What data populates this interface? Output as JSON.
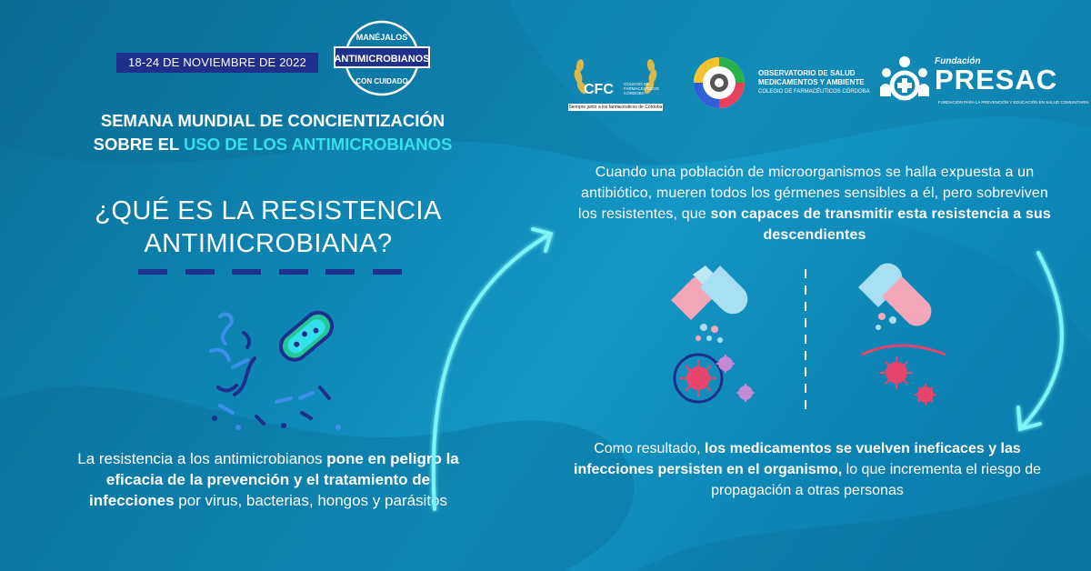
{
  "date_badge": "18-24 DE NOVIEMBRE DE 2022",
  "campaign_logo": {
    "top": "MANÉJALOS",
    "middle": "ANTIMICROBIANOS",
    "bottom": "CON CUIDADO"
  },
  "headline": {
    "line1": "SEMANA MUNDIAL DE CONCIENTIZACIÓN",
    "line2_plain": "SOBRE EL ",
    "line2_accent": "USO DE LOS ANTIMICROBIANOS"
  },
  "question": {
    "line1": "¿QUÉ ES LA RESISTENCIA",
    "line2": "ANTIMICROBIANA?"
  },
  "left_text": {
    "p1": "La resistencia a los antimicrobianos ",
    "b1": "pone en peligro la eficacia de la prevención y el tratamiento de infecciones",
    "p2": " por virus, bacterias, hongos y parásitos"
  },
  "top_text": {
    "p1": "Cuando una población de microorganismos se halla expuesta a un antibiótico, mueren todos los gérmenes sensibles a él, pero sobreviven los resistentes, que ",
    "b1": "son capaces de transmitir esta resistencia a sus descendientes"
  },
  "bottom_text": {
    "p1": "Como resultado, ",
    "b1": "los medicamentos se vuelven ineficaces y las infecciones persisten en el organismo,",
    "p2": " lo que incrementa el riesgo de propagación a otras personas"
  },
  "logos": {
    "cfc": {
      "name": "CFC",
      "small": "COLEGIO DE FARMACÉUTICOS CÓRDOBA",
      "tagline": "Siempre junto a los farmacéuticos de Córdoba"
    },
    "observatorio": {
      "line1": "OBSERVATORIO DE SALUD",
      "line2": "MEDICAMENTOS Y AMBIENTE",
      "line3": "COLEGIO DE FARMACÉUTICOS CÓRDOBA"
    },
    "presac": {
      "foundation": "Fundación",
      "name": "PRESAC",
      "sub": "FUNDACIÓN PARA LA PREVENCIÓN Y EDUCACIÓN EN SALUD COMUNITARIA"
    }
  },
  "colors": {
    "background": "#0e86b4",
    "accent": "#34e0ea",
    "navy": "#1f2f8c",
    "pill_pink": "#f4a7b9",
    "pill_blue": "#a8dff2",
    "germ": "#e8456c"
  }
}
